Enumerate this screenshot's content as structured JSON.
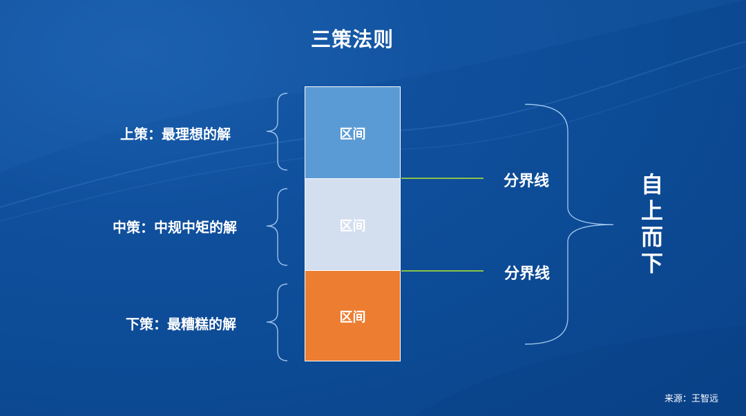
{
  "title": "三策法则",
  "tiers": [
    {
      "label": "上策：最理想的解",
      "block_text": "区间",
      "color": "#5b9bd5"
    },
    {
      "label": "中策：中规中矩的解",
      "block_text": "区间",
      "color": "#d3deef"
    },
    {
      "label": "下策：最糟糕的解",
      "block_text": "区间",
      "color": "#ed7d31"
    }
  ],
  "divider_label": "分界线",
  "divider_line_color": "#8bc34a",
  "direction_chars": [
    "自",
    "上",
    "而",
    "下"
  ],
  "source": "来源：王智远",
  "colors": {
    "background": "#0f4f9c",
    "text": "#ffffff",
    "bracket": "#9cc3ea"
  }
}
